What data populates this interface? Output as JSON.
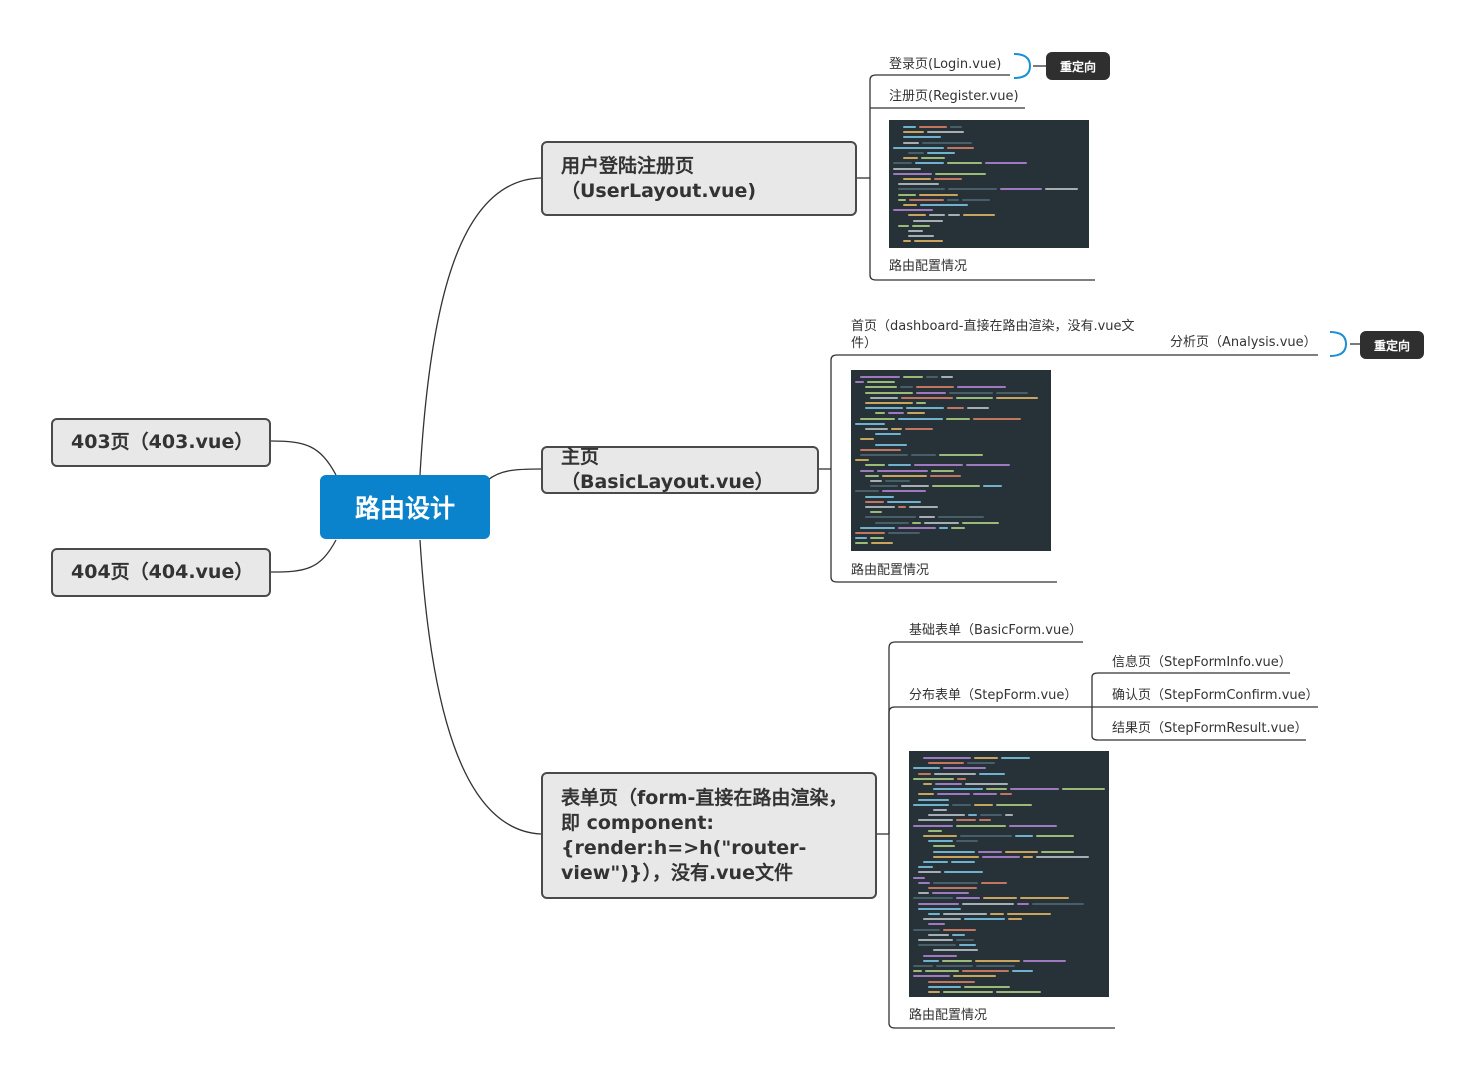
{
  "root": {
    "label": "路由设计"
  },
  "left_nodes": [
    {
      "label": "403页（403.vue）"
    },
    {
      "label": "404页（404.vue）"
    }
  ],
  "branches": {
    "user_layout": {
      "label": "用户登陆注册页（UserLayout.vue)",
      "children": [
        {
          "label": "登录页(Login.vue)",
          "tag": "重定向"
        },
        {
          "label": "注册页(Register.vue)"
        }
      ],
      "image_caption": "路由配置情况"
    },
    "basic_layout": {
      "label": "主页（BasicLayout.vue）",
      "child": {
        "label": "首页（dashboard-直接在路由渲染，没有.vue文件）"
      },
      "grandchild": {
        "label": "分析页（Analysis.vue）",
        "tag": "重定向"
      },
      "image_caption": "路由配置情况"
    },
    "form": {
      "label": "表单页（form-直接在路由渲染，即 component:{render:h=>h(\"router-view\")}），没有.vue文件",
      "children": [
        {
          "label": "基础表单（BasicForm.vue）"
        },
        {
          "label": "分布表单（StepForm.vue）"
        }
      ],
      "step_children": [
        {
          "label": "信息页（StepFormInfo.vue）"
        },
        {
          "label": "确认页（StepFormConfirm.vue）"
        },
        {
          "label": "结果页（StepFormResult.vue）"
        }
      ],
      "image_caption": "路由配置情况"
    }
  },
  "colors": {
    "root_bg": "#0a83cc",
    "node_bg": "#e8e8e8",
    "tag_bg": "#2f2f2f",
    "line": "#333333",
    "bracket": "#1a8fd6",
    "code_bg": "#263238"
  }
}
